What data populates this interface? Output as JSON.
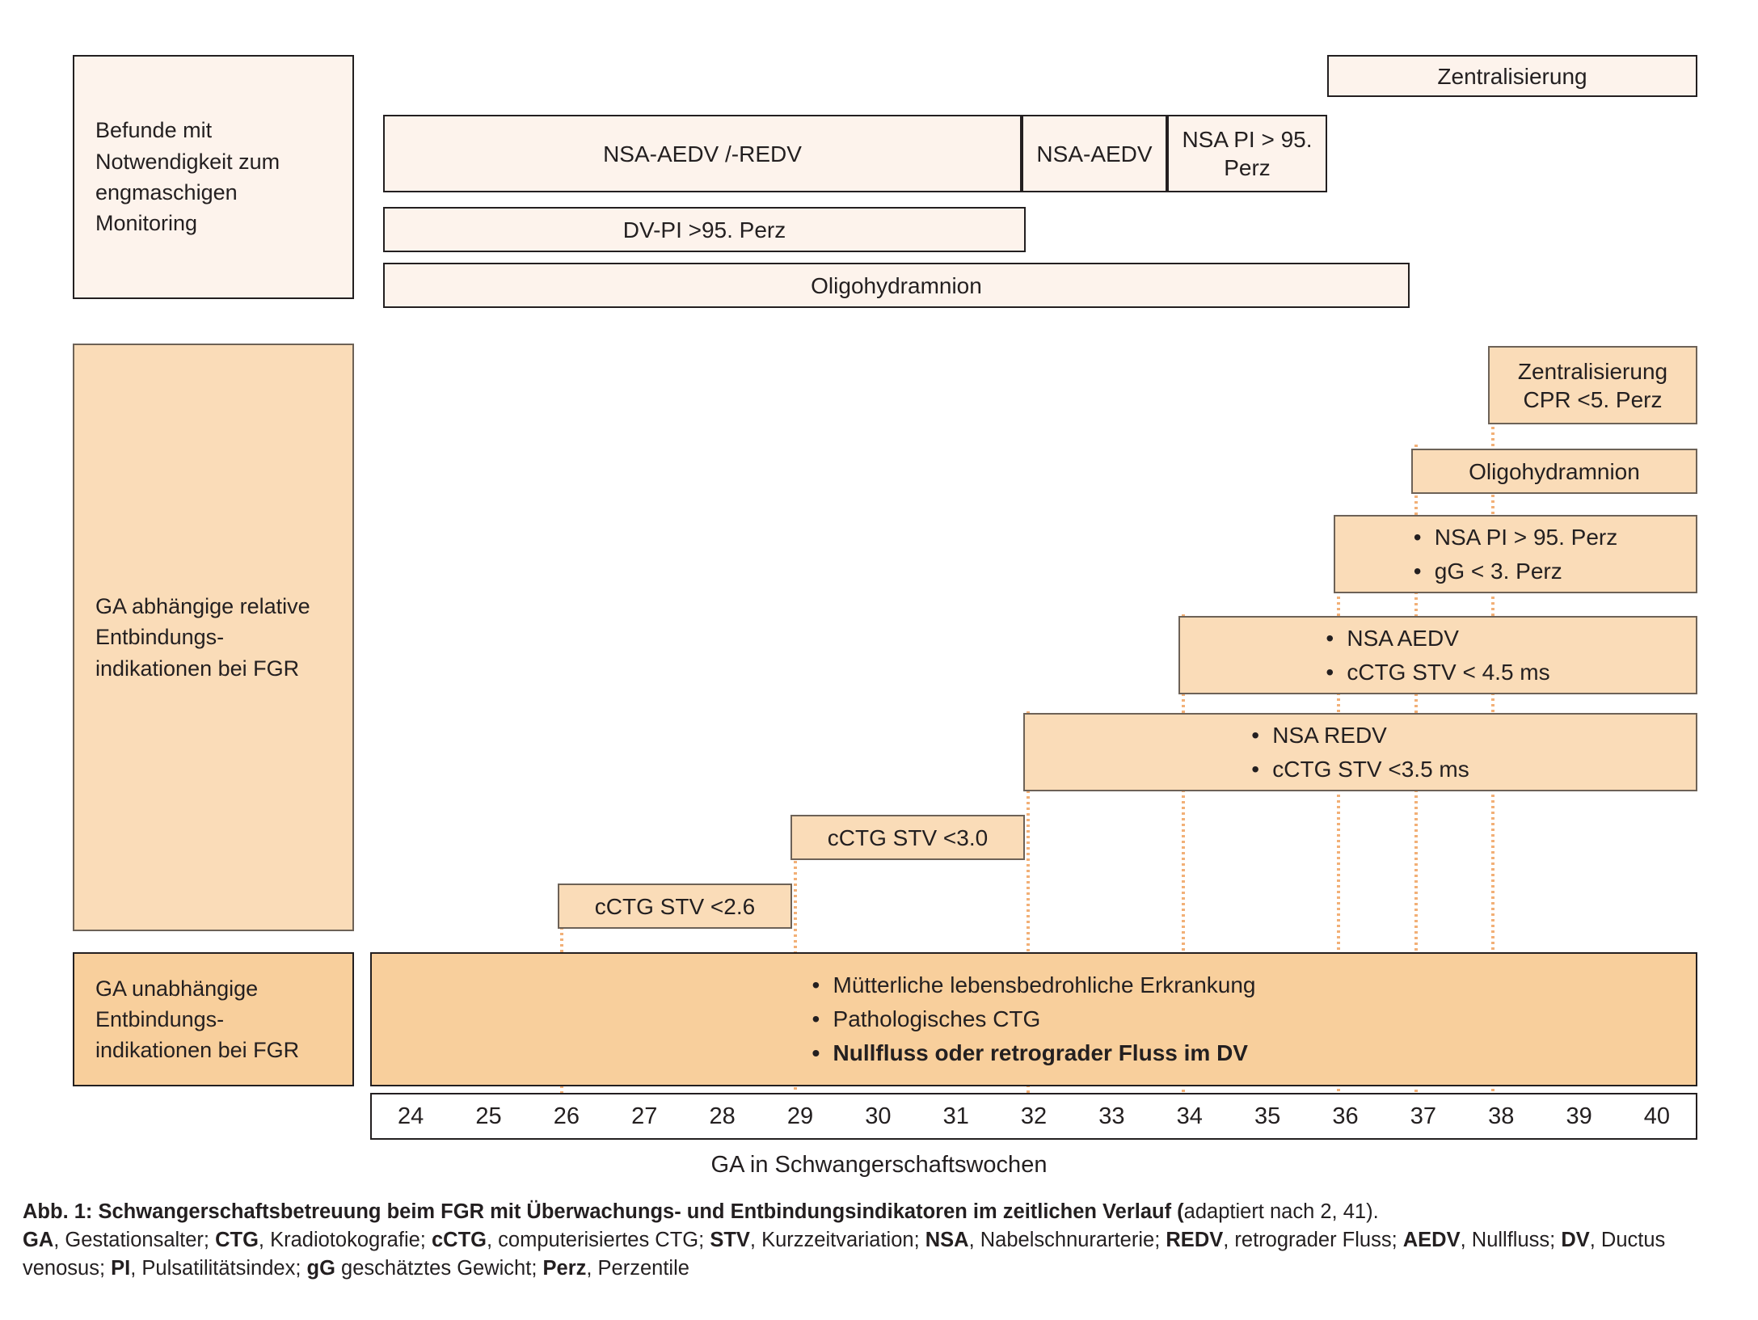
{
  "diagram": {
    "axis": {
      "label": "GA in Schwangerschaftswochen",
      "weeks": [
        "24",
        "25",
        "26",
        "27",
        "28",
        "29",
        "30",
        "31",
        "32",
        "33",
        "34",
        "35",
        "36",
        "37",
        "38",
        "39",
        "40"
      ]
    },
    "sections": {
      "monitoring_label": "Befunde mit Notwendigkeit zum engmaschigen Monitoring",
      "relative_label": "GA abhängige relative Entbindungs- indikationen bei FGR",
      "independent_label": "GA unabhängige Entbindungs- indikationen bei FGR"
    },
    "monitoring_bars": [
      {
        "text": "Zentralisierung"
      },
      {
        "text": "NSA-AEDV /-REDV"
      },
      {
        "text": "NSA-AEDV"
      },
      {
        "text": "NSA PI > 95. Perz"
      },
      {
        "text": "DV-PI >95. Perz"
      },
      {
        "text": "Oligohydramnion"
      }
    ],
    "relative_bars": [
      {
        "lines": [
          "Zentralisierung",
          "CPR <5. Perz"
        ]
      },
      {
        "lines": [
          "Oligohydramnion"
        ]
      },
      {
        "lines": [
          "NSA PI > 95. Perz",
          "gG < 3. Perz"
        ]
      },
      {
        "lines": [
          "NSA AEDV",
          "cCTG STV < 4.5 ms"
        ]
      },
      {
        "lines": [
          "NSA REDV",
          "cCTG STV <3.5 ms"
        ]
      },
      {
        "lines": [
          "cCTG STV <3.0"
        ]
      },
      {
        "lines": [
          "cCTG STV <2.6"
        ]
      }
    ],
    "independent_bullets": [
      "Mütterliche lebensbedrohliche Erkrankung",
      "Pathologisches CTG",
      "Nullfluss oder retrograder Fluss im DV"
    ],
    "colors": {
      "cream": "#fdf3ec",
      "peach": "#fadcb8",
      "peach_dark": "#f8cf9c",
      "line": "#231f20",
      "connector": "#f2b077"
    }
  },
  "caption": {
    "line1_bold": "Abb. 1: Schwangerschaftsbetreuung beim FGR mit Überwachungs- und Entbindungsindikatoren im zeitlichen Verlauf (",
    "line1_rest": "adaptiert nach  2, 41).",
    "abbrev": [
      {
        "term": "GA",
        "def": ", Gestationsalter; "
      },
      {
        "term": "CTG",
        "def": ", Kradiotokografie; "
      },
      {
        "term": "cCTG",
        "def": ", computerisiertes CTG; "
      },
      {
        "term": "STV",
        "def": ", Kurzzeitvariation; "
      },
      {
        "term": "NSA",
        "def": ", Nabelschnurarterie; "
      },
      {
        "term": "REDV",
        "def": ", retrograder Fluss; "
      },
      {
        "term": "AEDV",
        "def": ", Nullfluss; "
      },
      {
        "term": "DV",
        "def": ", Ductus venosus; "
      },
      {
        "term": "PI",
        "def": ", Pulsatilitätsindex; "
      },
      {
        "term": "gG",
        "def": " geschätztes Gewicht; "
      },
      {
        "term": "Perz",
        "def": ", Perzentile"
      }
    ]
  }
}
